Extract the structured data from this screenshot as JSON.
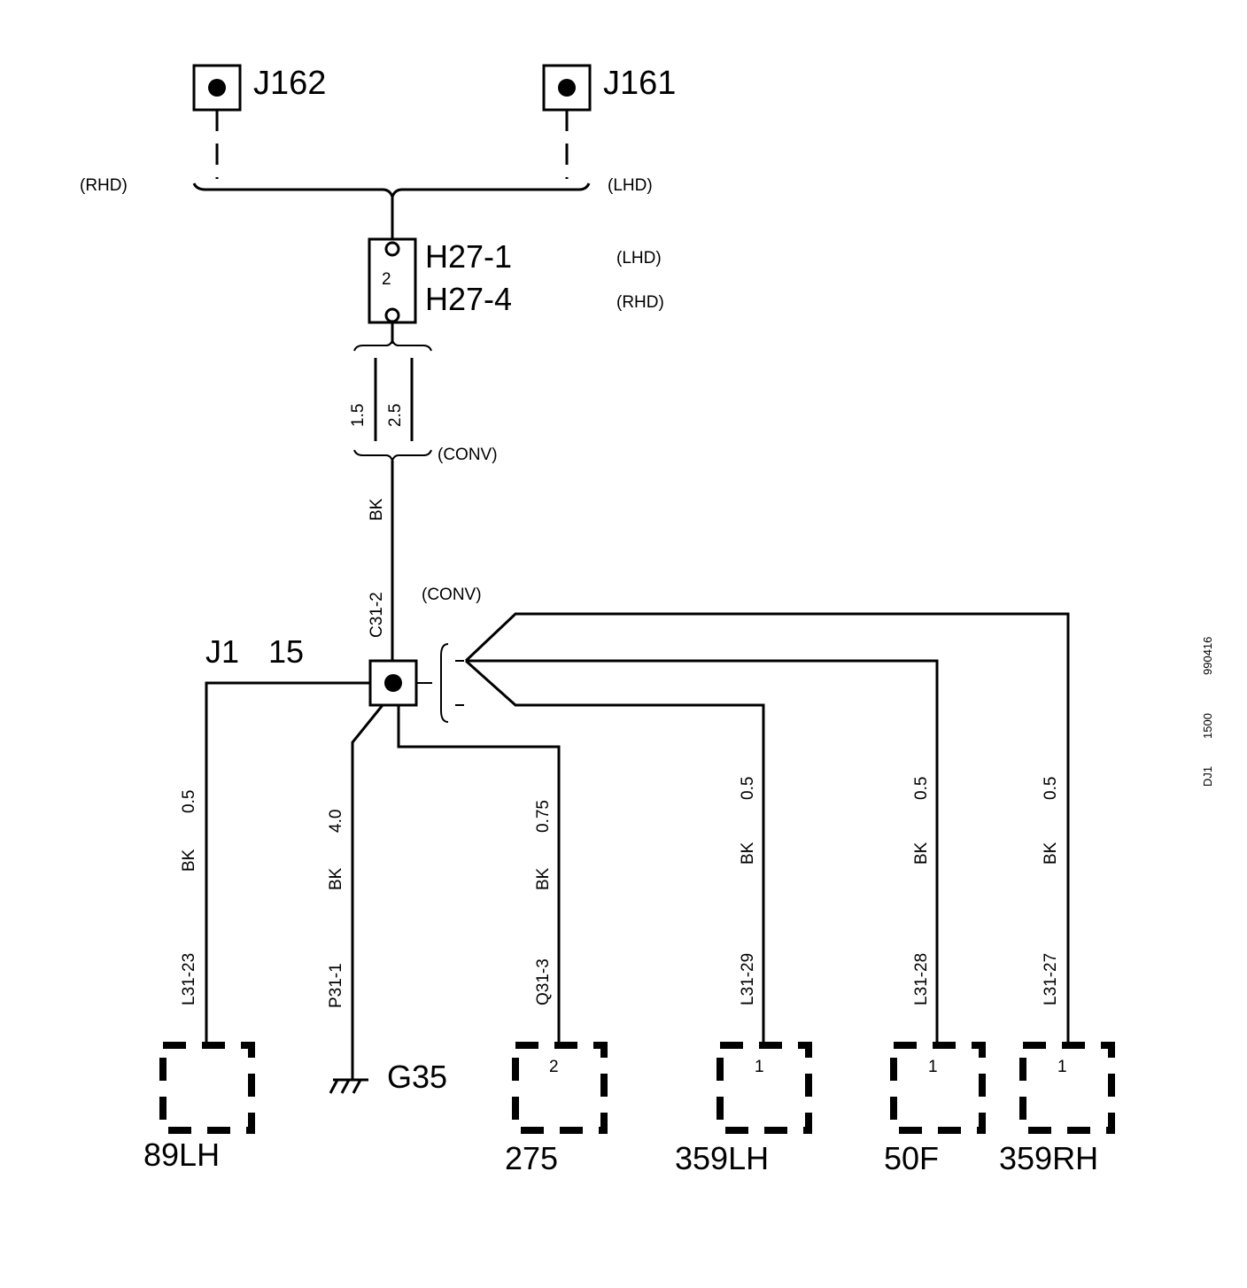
{
  "top": {
    "j162": "J162",
    "j161": "J161",
    "rhd_left": "(RHD)",
    "lhd_right": "(LHD)"
  },
  "fuse": {
    "number": "2",
    "h27_1": "H27-1",
    "h27_4": "H27-4",
    "lhd": "(LHD)",
    "rhd": "(RHD)"
  },
  "wire_sizes": {
    "a": "1.5",
    "b": "2.5",
    "conv": "(CONV)",
    "color": "BK"
  },
  "junction": {
    "connector": "C31-2",
    "label_j1": "J1",
    "label_15": "15",
    "conv": "(CONV)"
  },
  "branches": [
    {
      "size": "0.5",
      "color": "BK",
      "pin": "L31-23",
      "component": "89LH",
      "pin_no": ""
    },
    {
      "size": "4.0",
      "color": "BK",
      "pin": "P31-1",
      "component": "G35",
      "pin_no": ""
    },
    {
      "size": "0.75",
      "color": "BK",
      "pin": "Q31-3",
      "component": "275",
      "pin_no": "2"
    },
    {
      "size": "0.5",
      "color": "BK",
      "pin": "L31-29",
      "component": "359LH",
      "pin_no": "1"
    },
    {
      "size": "0.5",
      "color": "BK",
      "pin": "L31-28",
      "component": "50F",
      "pin_no": "1"
    },
    {
      "size": "0.5",
      "color": "BK",
      "pin": "L31-27",
      "component": "359RH",
      "pin_no": "1"
    }
  ],
  "side_code": {
    "a": "990416",
    "b": "1500",
    "c": "DJ1"
  }
}
